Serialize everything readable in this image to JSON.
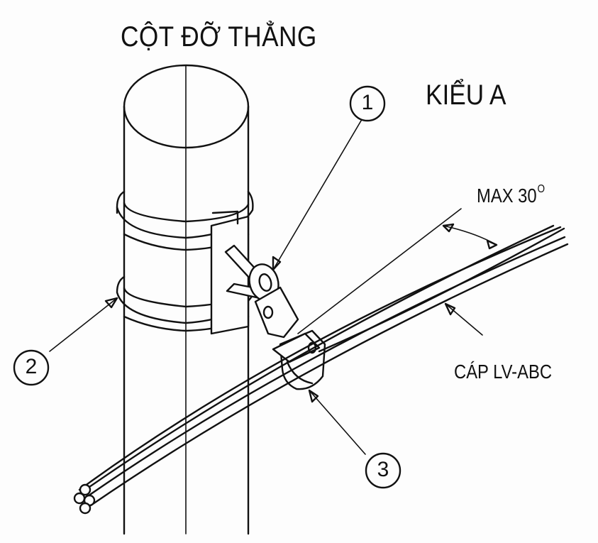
{
  "title": "CỘT ĐỠ THẲNG",
  "type_label": "KIỂU A",
  "angle_label": "MAX 30",
  "angle_unit": "O",
  "cable_label": "CÁP LV-ABC",
  "callouts": [
    {
      "number": "1"
    },
    {
      "number": "2"
    },
    {
      "number": "3"
    }
  ]
}
